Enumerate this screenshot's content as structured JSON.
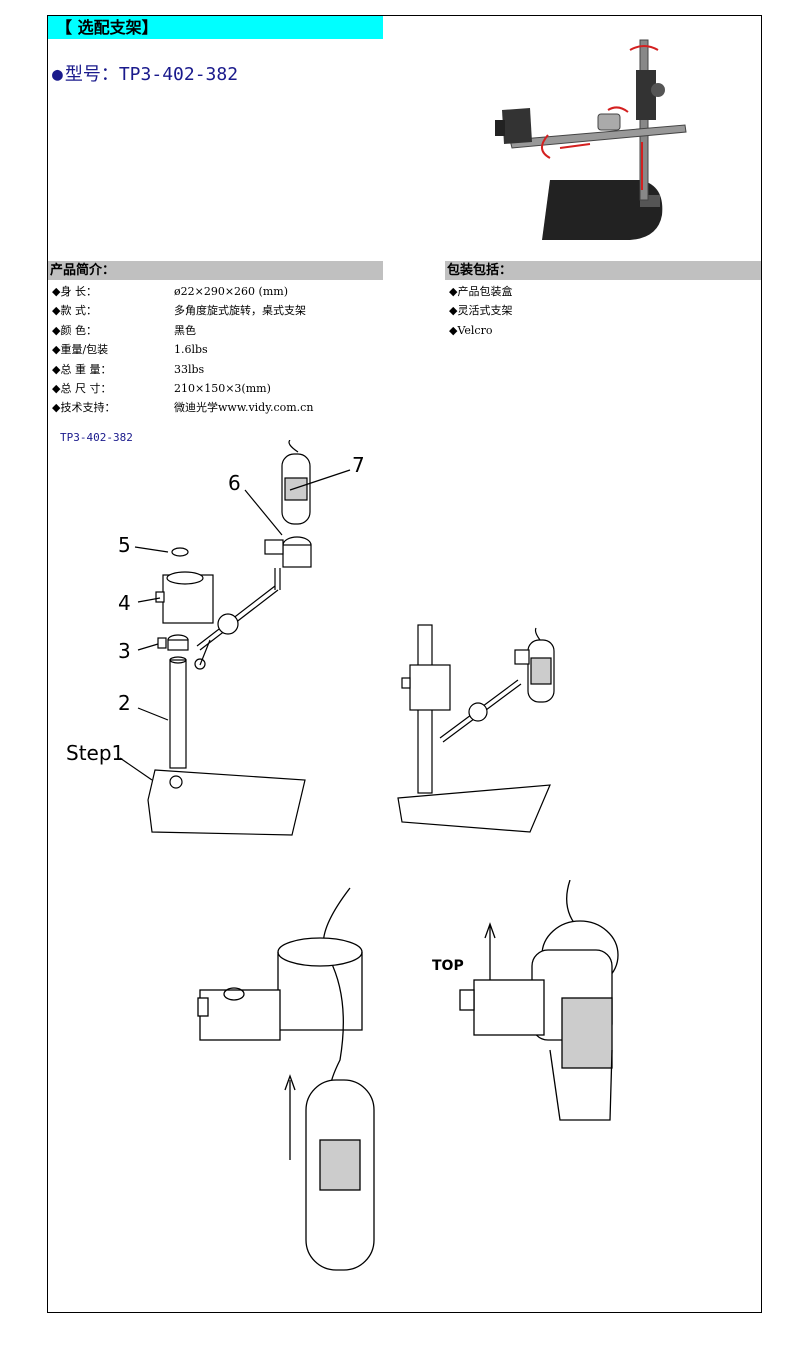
{
  "header": {
    "title": "【  选配支架】"
  },
  "model": {
    "bullet": "●",
    "label": "型号：",
    "value": "TP3-402-382"
  },
  "intro": {
    "heading": "产品简介：",
    "rows": [
      {
        "key": "◆身     长：",
        "value": "ø22×290×260 (mm)"
      },
      {
        "key": "◆款     式：",
        "value": "多角度旋式旋转，桌式支架"
      },
      {
        "key": "◆颜     色：",
        "value": "黑色"
      },
      {
        "key": "◆重量/包装",
        "value": "1.6lbs"
      },
      {
        "key": "◆总 重 量：",
        "value": "33lbs"
      },
      {
        "key": "◆总 尺 寸：",
        "value": "210×150×3(mm)"
      },
      {
        "key": "◆技术支持：",
        "value": "微迪光学www.vidy.com.cn"
      }
    ]
  },
  "package": {
    "heading": "包装包括：",
    "items": [
      "◆产品包装盒",
      "◆灵活式支架",
      "◆Velcro"
    ]
  },
  "diagram": {
    "model_label": "TP3-402-382",
    "step_label": "Step1",
    "part_numbers": [
      "2",
      "3",
      "4",
      "5",
      "6",
      "7"
    ],
    "top_label": "TOP"
  },
  "colors": {
    "title_bg": "#00ffff",
    "section_bg": "#c0c0c0",
    "model_text": "#1a1a8c",
    "arrow_red": "#d42020"
  }
}
